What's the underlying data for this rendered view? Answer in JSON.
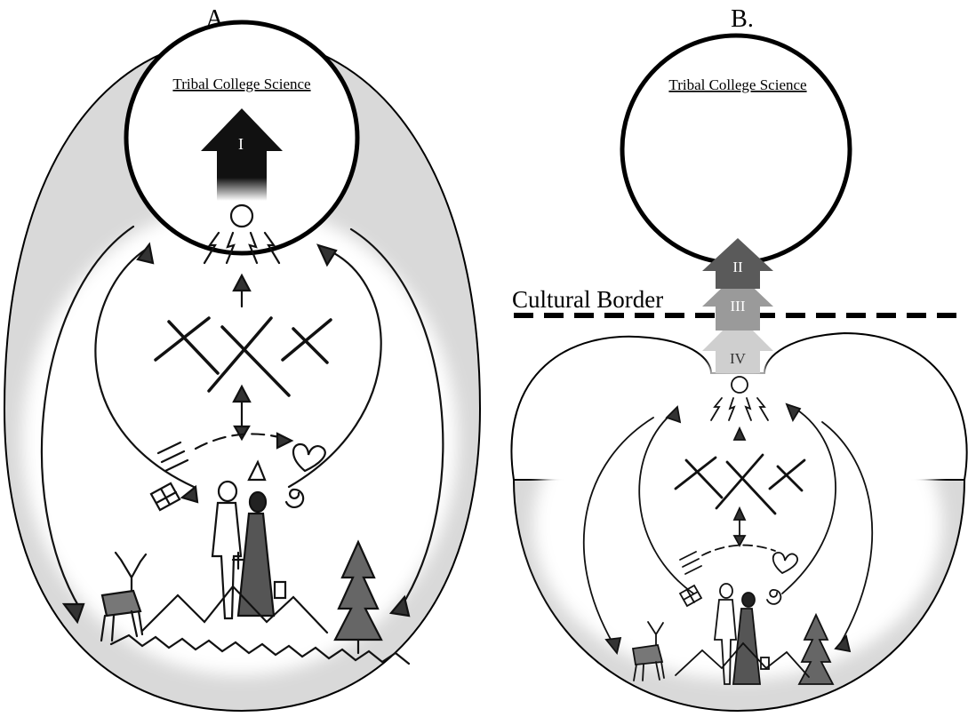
{
  "panel_a": {
    "label": "A.",
    "title": "Tribal College Science",
    "arrow_label": "I"
  },
  "panel_b": {
    "label": "B.",
    "title": "Tribal College Science",
    "border_label": "Cultural Border",
    "arrow_labels": [
      "II",
      "III",
      "IV"
    ]
  },
  "colors": {
    "outline": "#000000",
    "shade": "#d9d9d9",
    "arrow_I": "#111111",
    "arrow_II": "#5a5a5a",
    "arrow_III": "#9a9a9a",
    "arrow_IV": "#cfcfcf"
  }
}
